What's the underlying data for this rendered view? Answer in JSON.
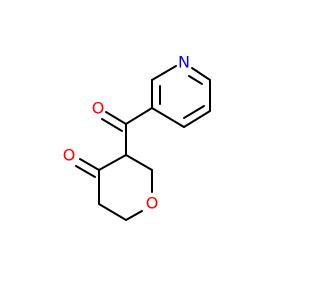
{
  "molecule": {
    "atoms": {
      "nitrogen": {
        "symbol": "N",
        "color": "#0000ff"
      },
      "oxygen_ketone_top": {
        "symbol": "O",
        "color": "#ff0000"
      },
      "oxygen_ketone_ring": {
        "symbol": "O",
        "color": "#ff0000"
      },
      "oxygen_ring": {
        "symbol": "O",
        "color": "#ff0000"
      }
    },
    "bond_color": "#000000"
  }
}
